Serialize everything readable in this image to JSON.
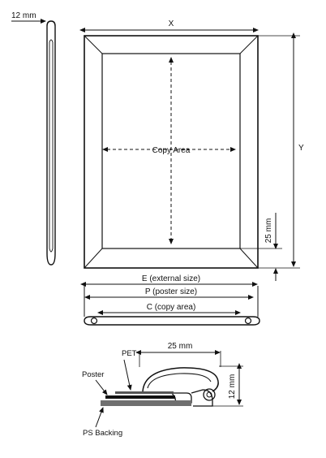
{
  "labels": {
    "side_thickness": "12 mm",
    "width": "X",
    "height": "Y",
    "copy_area": "Copy Area",
    "border_width": "25 mm",
    "external_size": "E (external size)",
    "poster_size": "P (poster size)",
    "copy_area_size": "C (copy area)",
    "profile_width": "25 mm",
    "profile_height": "12 mm",
    "pet": "PET",
    "poster": "Poster",
    "ps_backing": "PS Backing"
  }
}
